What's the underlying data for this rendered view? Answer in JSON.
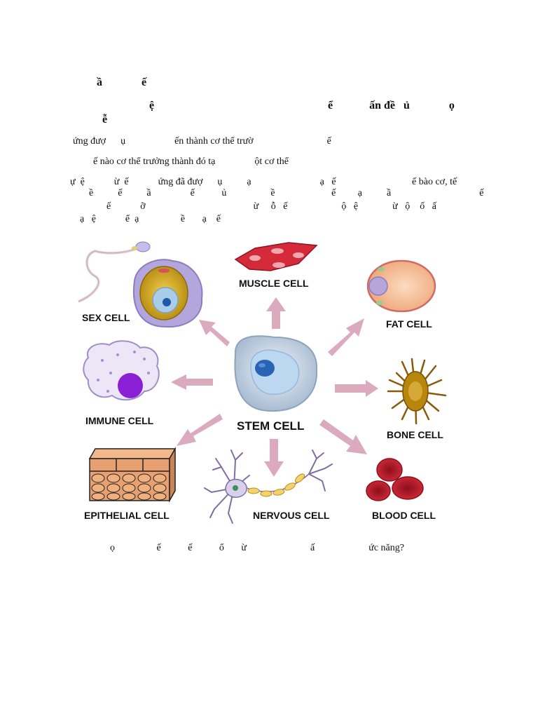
{
  "document": {
    "heading_line1": "ầ              ế",
    "heading_line2a": "ệ",
    "heading_line2b": "ể             ấn đề   ủ              ọ",
    "heading_line3": "ễ",
    "p1": "ứng đượ      ụ                    ến thành cơ thể trườ                              ế",
    "p2": "ế nào cơ thể trưởng thành đó tạ                ột cơ thể",
    "p3_line1": "ự  ệ            ừ  ế            ứng đã đượ      ụ          ạ                            ạ   ế                               ế bào cơ, tế",
    "p3_line2": "ề          ế          ầ                ế           ủ                  ề                       ế         ạ          ầ                                    ế",
    "p3_line3": "ế            ỡ                                            ừ     ỗ   ế                      ộ   ệ              ừ   ộ    ố   ấ",
    "p3_line4": "ạ   ệ            ể  ạ                 ề       ạ    ế",
    "question": "ọ                 ế           ế           ổ       ừ                          ấ                      ức năng?"
  },
  "diagram": {
    "center_label": "STEM CELL",
    "labels": {
      "sex": "SEX CELL",
      "muscle": "MUSCLE CELL",
      "fat": "FAT CELL",
      "immune": "IMMUNE CELL",
      "bone": "BONE CELL",
      "epithelial": "EPITHELIAL CELL",
      "nervous": "NERVOUS CELL",
      "blood": "BLOOD CELL"
    },
    "colors": {
      "arrow": "#dcaabd",
      "stem_outer": "#c9d6e4",
      "stem_nucleus": "#2a63b5",
      "muscle": "#d42a3a",
      "fat": "#f6c8a6",
      "immune_nucleus": "#8a1fd6",
      "bone": "#b8860b",
      "blood": "#c0182a",
      "epithelial": "#e8a070",
      "sex_outer": "#b3a6dd",
      "sex_inner": "#d4a520"
    }
  }
}
